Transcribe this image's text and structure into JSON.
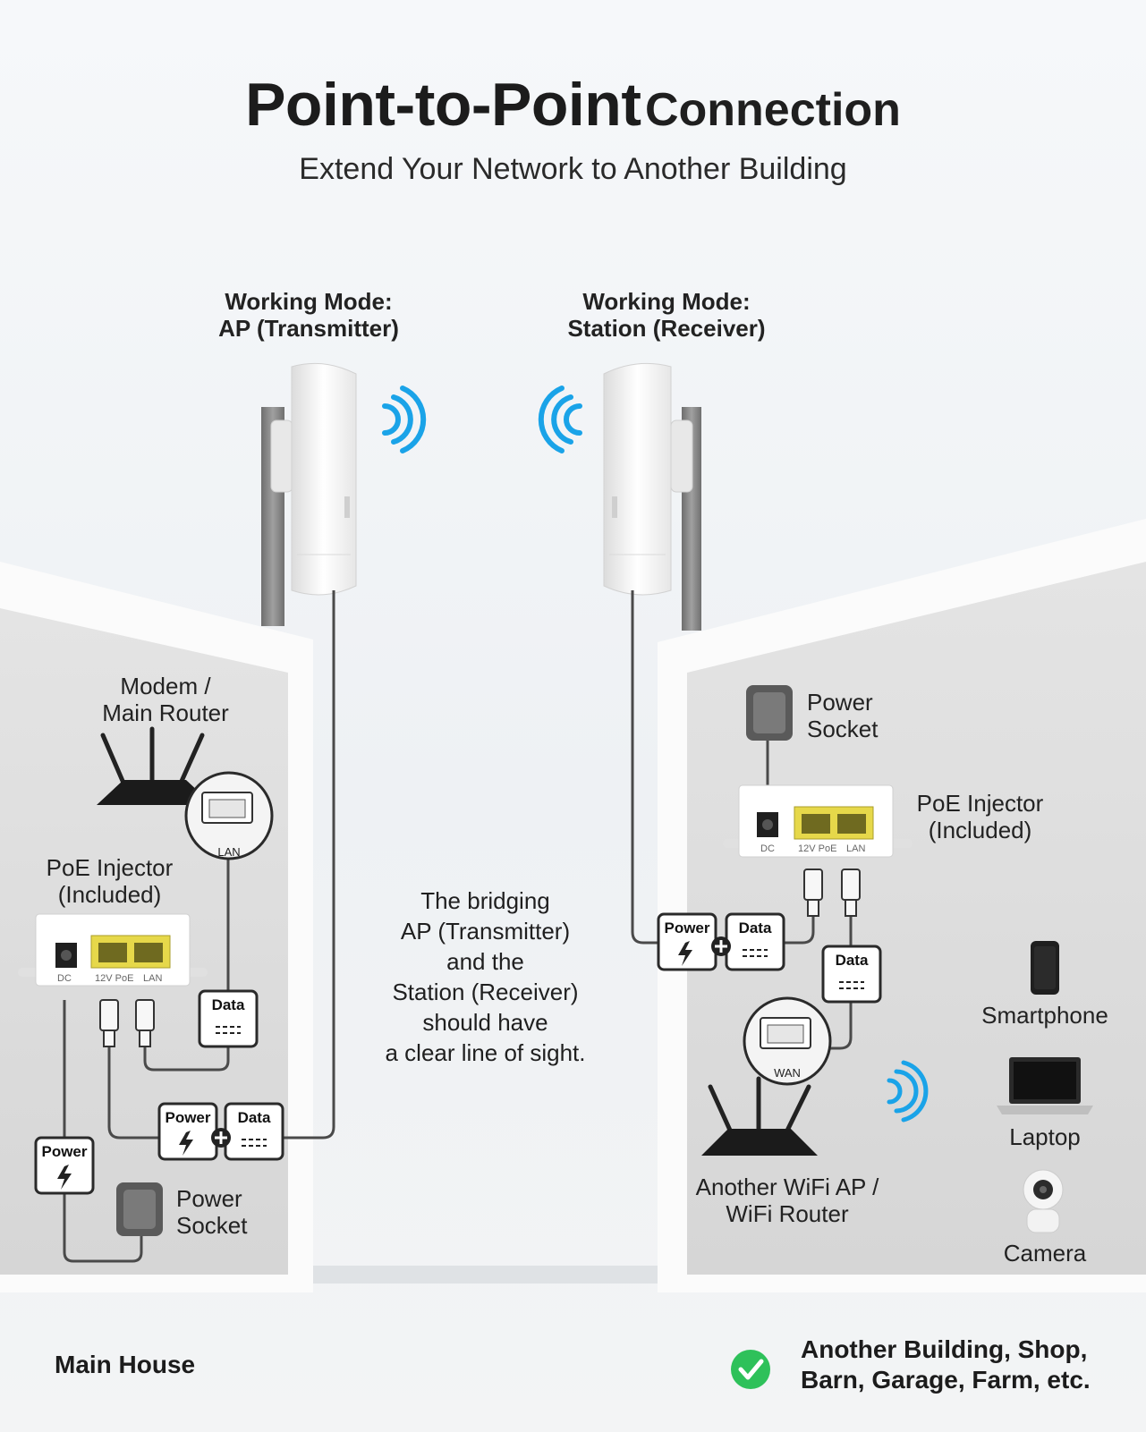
{
  "header": {
    "title_bold": "Point-to-Point",
    "title_rest": "Connection",
    "subtitle": "Extend Your Network to Another Building"
  },
  "left": {
    "mode_line1": "Working Mode:",
    "mode_line2": "AP (Transmitter)",
    "router_line1": "Modem /",
    "router_line2": "Main Router",
    "lan_tag": "LAN",
    "injector_line1": "PoE Injector",
    "injector_line2": "(Included)",
    "port_dc": "DC",
    "port_poe": "12V PoE",
    "port_lan": "LAN",
    "data_label": "Data",
    "power_label": "Power",
    "combo_power": "Power",
    "combo_data": "Data",
    "socket_line1": "Power",
    "socket_line2": "Socket",
    "building": "Main House"
  },
  "right": {
    "mode_line1": "Working Mode:",
    "mode_line2": "Station (Receiver)",
    "socket_line1": "Power",
    "socket_line2": "Socket",
    "injector_line1": "PoE Injector",
    "injector_line2": "(Included)",
    "port_dc": "DC",
    "port_poe": "12V PoE",
    "port_lan": "LAN",
    "combo_power": "Power",
    "combo_data": "Data",
    "data_label": "Data",
    "wan_tag": "WAN",
    "router_line1": "Another WiFi AP /",
    "router_line2": "WiFi Router",
    "devices": [
      "Smartphone",
      "Laptop",
      "Camera"
    ],
    "building_line1": "Another Building, Shop,",
    "building_line2": "Barn, Garage, Farm, etc."
  },
  "center": {
    "lines": [
      "The bridging",
      "AP (Transmitter)",
      "and the",
      "Station (Receiver)",
      "should have",
      "a clear line of sight."
    ]
  },
  "colors": {
    "wifi": "#1aa3e8",
    "port": "#e6d84a",
    "check": "#2ec15a",
    "cable": "#4a4a4a"
  }
}
